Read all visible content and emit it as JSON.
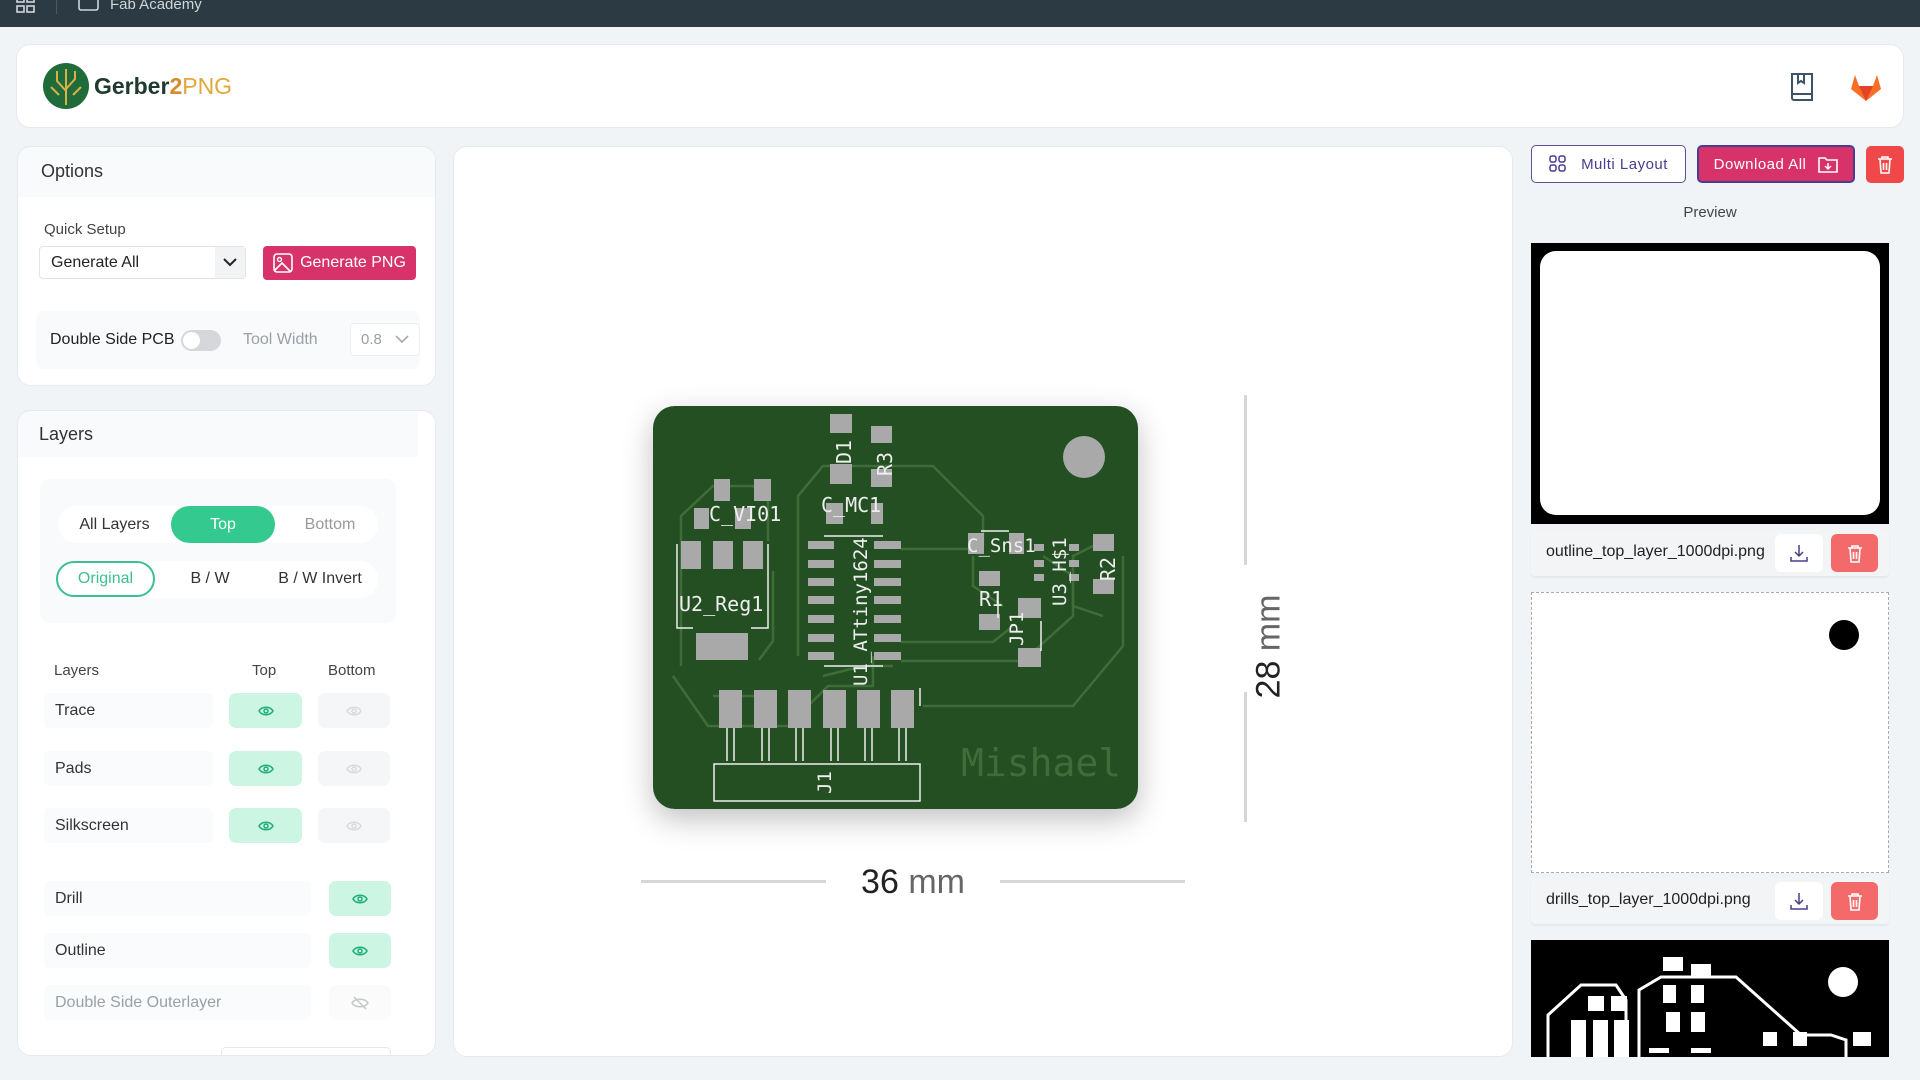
{
  "topbar": {
    "title": "Fab Academy"
  },
  "header": {
    "logo_main": "Gerber",
    "logo_num": "2",
    "logo_suffix": "PNG"
  },
  "options": {
    "title": "Options",
    "quick_setup_label": "Quick Setup",
    "quick_setup_value": "Generate All",
    "generate_label": "Generate PNG",
    "double_side_label": "Double Side PCB",
    "double_side_on": false,
    "tool_width_label": "Tool Width",
    "tool_width_value": "0.8"
  },
  "layers": {
    "title": "Layers",
    "side_tabs": [
      "All Layers",
      "Top",
      "Bottom"
    ],
    "side_active": "Top",
    "modes": [
      "Original",
      "B / W",
      "B / W Invert"
    ],
    "mode_active": "Original",
    "col_layers": "Layers",
    "col_top": "Top",
    "col_bottom": "Bottom",
    "rows": [
      {
        "name": "Trace",
        "top": true,
        "bottom": false
      },
      {
        "name": "Pads",
        "top": true,
        "bottom": false
      },
      {
        "name": "Silkscreen",
        "top": true,
        "bottom": false
      }
    ],
    "single_rows": [
      {
        "name": "Drill",
        "visible": true
      },
      {
        "name": "Outline",
        "visible": true
      },
      {
        "name": "Double Side Outerlayer",
        "visible": false
      }
    ]
  },
  "canvas": {
    "width_value": "36",
    "height_value": "28",
    "unit": "mm",
    "board_color": "#244f22",
    "pcb_labels": {
      "d1": "D1",
      "r3": "R3",
      "cv": "C_VI01",
      "cmc": "C_MC1",
      "u2": "U2_Reg1",
      "u1": "U1_ATtiny1624",
      "csns": "C_Sns1",
      "u3": "U3_H$1",
      "r2": "R2",
      "r1": "R1",
      "jp1": "JP1",
      "j1": "J1",
      "name": "Mishael"
    }
  },
  "right": {
    "multi_layout": "Multi Layout",
    "download_all": "Download All",
    "preview_label": "Preview",
    "files": [
      {
        "name": "outline_top_layer_1000dpi.png"
      },
      {
        "name": "drills_top_layer_1000dpi.png"
      }
    ]
  },
  "colors": {
    "accent_green": "#34c98e",
    "pink": "#d7336a",
    "red": "#f04848",
    "purple": "#4a3d8f"
  }
}
